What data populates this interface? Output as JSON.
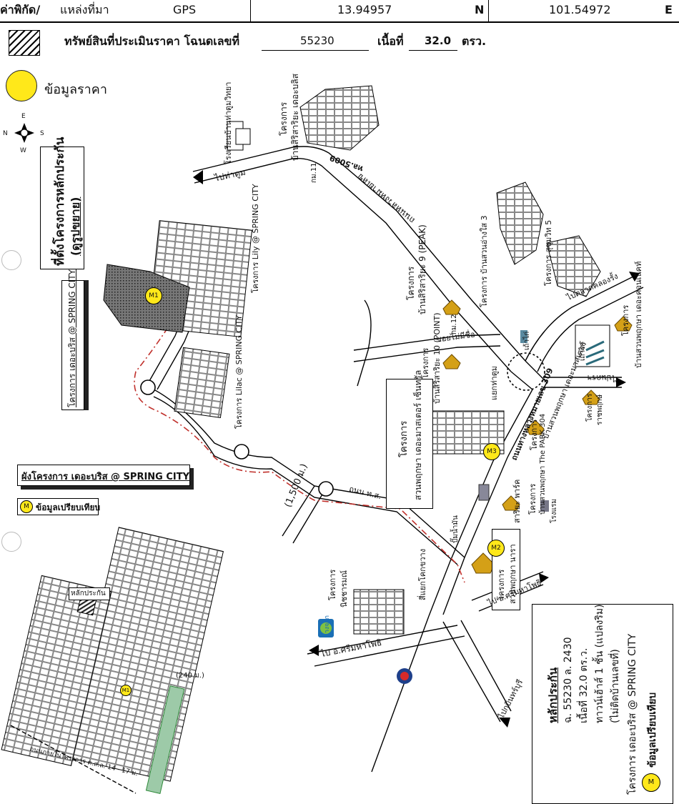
{
  "header": {
    "coord_label": "ค่าพิกัด/",
    "source_label": "แหล่งที่มา",
    "source_value": "GPS",
    "lat": "13.94957",
    "lat_dir": "N",
    "lon": "101.54972",
    "lon_dir": "E"
  },
  "subject": {
    "label": "ทรัพย์สินที่ประเมินราคา โฉนดเลขที่",
    "deed_no": "55230",
    "area_label": "เนื้อที่",
    "area_value": "32.0",
    "area_unit": "ตรว."
  },
  "legend": {
    "price_info": "ข้อมูลราคา",
    "compare_marker": "M",
    "compare_label": "ข้อมูลเปรียบเทียบ",
    "project_plan_title": "ผังโครงการ เดอะบริส @ SPRING CITY"
  },
  "compass": {
    "n": "N",
    "e": "E",
    "s": "S",
    "w": "W"
  },
  "map": {
    "collateral_project_line1": "ที่ตั้งโครงการหลักประกัน",
    "collateral_project_line2": "(ดูรูปขยาย)",
    "project_bliss": "โครงการ เดอะบริส @ SPRING CITY",
    "project_lily": "โครงการ Lily @ SPRING CITY",
    "project_lilac": "โครงการ Lilac @ SPRING CITY",
    "to_tha_tum": "ไปท่าตูม",
    "road_5009": "ทล.5009",
    "road_5009_name": "ถนนหลวงหมายเลข",
    "km11": "กม.11",
    "km12": "กม.12",
    "school": "โรงเรียนบ้านท่าตูมวิทยา",
    "proj_bansiri_bliss_1": "โครงการ",
    "proj_bansiri_bliss_2": "บ้านสิริสาริยะ เดอะบลิส",
    "proj_bansiri9_1": "โครงการ",
    "proj_bansiri9_2": "บ้านสิริสาริยะ 9 (PEAK)",
    "proj_bansuan3": "โครงการ บ้านสวนอ่างใส 3",
    "proj_sukhumvit5_1": "โครงการ สุขุมวิท 5",
    "to_talad_khlong": "ไปตลาดคลองรั้ง",
    "proj_daxo": "โครงการ",
    "proj_daxo_2": "บ้านสวนพฤกษา เดอะคอนเน็คท์",
    "soi_no_name": "ซอยไม่มีชื่อ",
    "proj_bansiri10_1": "โครงการ",
    "proj_bansiri10_2": "บ้านสิริสาริยะ 10 (POINT)",
    "junction": "แยกท่าตูม",
    "road_309": "ถนนทางหลวงหมายเลข 309",
    "taokai": "เถ้าไก่",
    "taokai2": "เถ้าไก่",
    "to_nakhon": "ไปนครฯ",
    "proj_ratchaphruek_1": "โครงการ",
    "proj_ratchaphruek_2": "ราชพฤกษ์",
    "proj_suanpruksa_center_1": "โครงการ",
    "proj_suanpruksa_center_2": "สวนพฤกษา เดอะมาสเตอร์ เซ็นทรัล",
    "proj_m3_label": "โครงการ",
    "proj_m3_label2": "บ้านสวนพฤกษา เดอะมาสเตอร์",
    "distance_1500": "(1,500 ม.)",
    "road_tn": "ถนน ท.ส.",
    "proj_m4_label": "โครงการ",
    "proj_m4_name": "บ้านสวนพฤกษา The PARK 304",
    "hotel": "โรงแรม",
    "proj_sriya_park": "สาริยะ พาร์ค",
    "gas": "ปั๊มน้ำมัน",
    "proj_m2_1": "โครงการ",
    "proj_m2_2": "สวนพฤกษา นารา",
    "to_prachinburi": "ไป อ.ศรีมหาโพธิ",
    "to_srimahaphot": "ไป อ.ศรีมหาโพธิ",
    "proj_nicharam_1": "โครงการ",
    "proj_nicharam_2": "นิชชารมณ์",
    "bangchak": "บางจาก",
    "sign_junction": "สี่แยกโคกขวาง",
    "to_kabinburi": "ไปกบินทร์บุรี"
  },
  "plan": {
    "collateral_tag": "หลักประกัน",
    "distance_240": "(240 ม.)",
    "road_inner": "ถนนภายในโครงการ ค.ส.ล. 14 - 17 ม.",
    "m1": "M1"
  },
  "note": {
    "title": "หลักประกัน",
    "line1": "ฉ. 55230 ล. 2430",
    "line2": "เนื้อที่ 32.0 ตร.ว.",
    "line3": "ทาวน์เฮ้าส์ 1 ชั้น (แปลงริม)",
    "line4": "(ไม่ติดบ้านเลขที่)",
    "line5": "โครงการ เดอะบริส @ SPRING CITY",
    "line6": "ข้อมูลเปรียบเทียบ"
  },
  "markers": {
    "m1": "M1",
    "m2": "M2",
    "m3": "M3",
    "m": "M"
  },
  "colors": {
    "marker_yellow": "#ffe81a",
    "route_red": "#c0302b",
    "green": "#2f8a3a"
  }
}
